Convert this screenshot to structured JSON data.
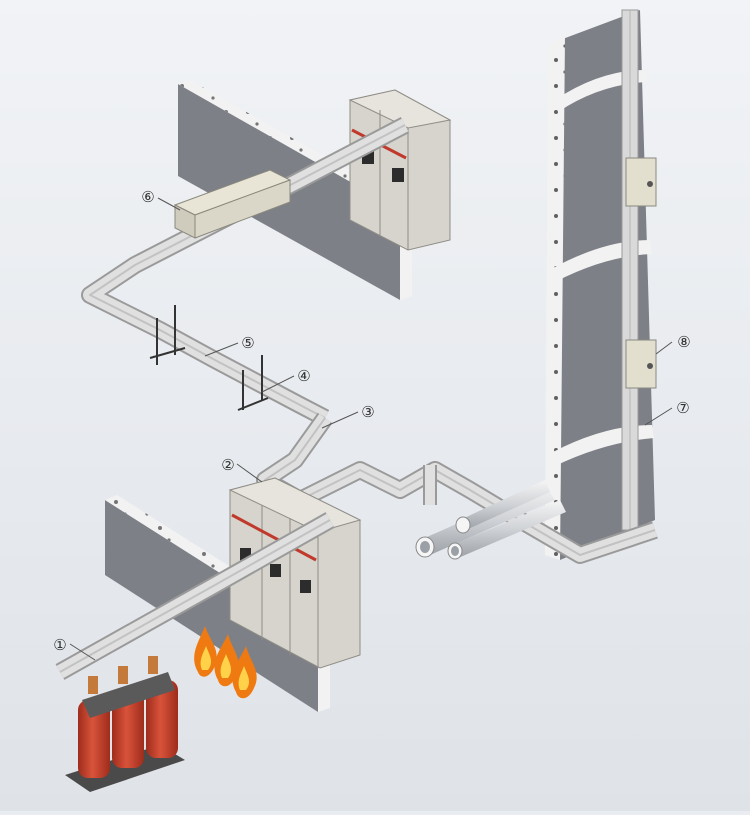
{
  "callouts": [
    {
      "label": "①"
    },
    {
      "label": "②"
    },
    {
      "label": "③"
    },
    {
      "label": "④"
    },
    {
      "label": "⑤"
    },
    {
      "label": "⑥"
    },
    {
      "label": "⑦"
    },
    {
      "label": "⑧"
    }
  ],
  "colors": {
    "background": "#e9ecf0",
    "wall": "#7e8087",
    "wall_edge": "#f2f2f2",
    "cabinet": "#d6d4cc",
    "cabinet_stripe": "#c0392b",
    "duct": "#dcdcdc",
    "transformer": "#c8412b",
    "flame": "#f07a12"
  },
  "icons": [
    "fire-icon",
    "transformer-icon",
    "switchgear-cabinet-icon",
    "junction-box-icon",
    "pipe-icon"
  ]
}
